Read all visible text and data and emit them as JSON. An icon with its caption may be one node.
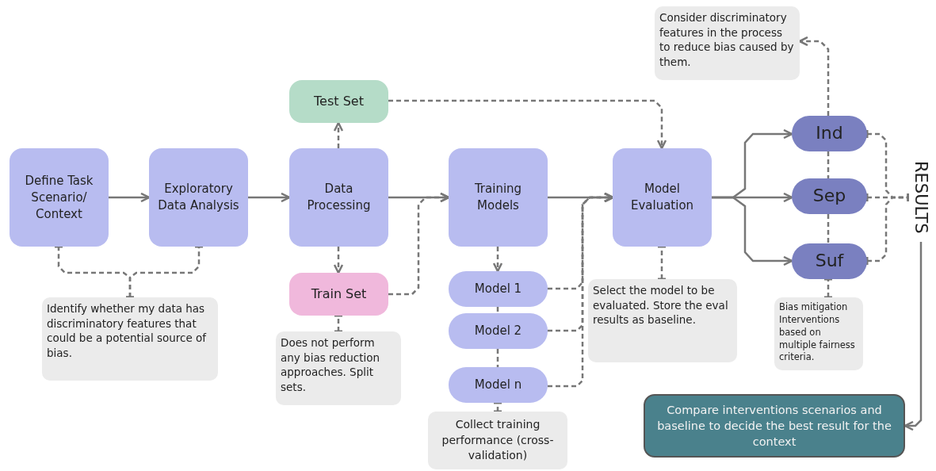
{
  "diagram": {
    "nodes": [
      {
        "text": [
          "Define Task Scenario/ Context"
        ]
      },
      {
        "text": [
          "Exploratory Data Analysis"
        ]
      },
      {
        "text": [
          "Data Processing"
        ]
      },
      {
        "text": [
          "Test Set"
        ]
      },
      {
        "text": [
          "Train Set"
        ]
      },
      {
        "text": [
          "Training Models"
        ]
      },
      {
        "text": [
          "Model Evaluation"
        ]
      },
      {
        "text": [
          "Model 1"
        ]
      },
      {
        "text": [
          "Model 2"
        ]
      },
      {
        "text": [
          "Model n"
        ]
      },
      {
        "text": [
          "Identify whether my data has discriminatory features that could be a potential source of bias."
        ]
      },
      {
        "text": [
          "Does not perform any bias reduction approaches. Split sets."
        ]
      },
      {
        "text": [
          "Collect training performance (cross-validation)"
        ]
      },
      {
        "text": [
          "Select the model to be evaluated. Store the eval results as baseline."
        ]
      },
      {
        "text": [
          "Ind"
        ]
      },
      {
        "text": [
          "Sep"
        ]
      },
      {
        "text": [
          "Suf"
        ]
      },
      {
        "text": [
          "Consider discriminatory features in the process to reduce bias caused by them."
        ]
      },
      {
        "text": [
          "Bias mitigation Interventions based on multiple fairness criteria."
        ]
      },
      {
        "text": [
          "RESULTS"
        ]
      },
      {
        "text": [
          "Compare interventions scenarios and baseline to decide the best result for the context"
        ]
      }
    ],
    "edges": [
      {
        "from": 0,
        "to": 1,
        "arrow": "to"
      },
      {
        "from": 1,
        "to": 2,
        "arrow": "to"
      },
      {
        "from": 2,
        "to": 5,
        "arrow": "to"
      },
      {
        "from": 5,
        "to": 6,
        "arrow": "to"
      },
      {
        "from": 6,
        "to": 14,
        "arrow": "to"
      },
      {
        "from": 6,
        "to": 15,
        "arrow": "to"
      },
      {
        "from": 6,
        "to": 16,
        "arrow": "to"
      },
      {
        "from": 2,
        "to": 3,
        "arrow": "to",
        "style": "dashed"
      },
      {
        "from": 2,
        "to": 4,
        "arrow": "to",
        "style": "dashed"
      },
      {
        "from": 3,
        "to": 6,
        "arrow": "to",
        "style": "dashed"
      },
      {
        "from": 4,
        "to": 5,
        "arrow": "to",
        "style": "dashed"
      },
      {
        "from": 5,
        "to": 7,
        "arrow": "to",
        "style": "dashed"
      },
      {
        "from": 7,
        "to": 8,
        "arrow": "none",
        "style": "dashed"
      },
      {
        "from": 8,
        "to": 9,
        "arrow": "none",
        "style": "dashed"
      },
      {
        "from": 7,
        "to": 6,
        "arrow": "to",
        "style": "dashed"
      },
      {
        "from": 8,
        "to": 6,
        "arrow": "to",
        "style": "dashed"
      },
      {
        "from": 9,
        "to": 6,
        "arrow": "to",
        "style": "dashed"
      },
      {
        "from": 10,
        "to": 0,
        "arrow": "other",
        "style": "dashed"
      },
      {
        "from": 10,
        "to": 1,
        "arrow": "other",
        "style": "dashed"
      },
      {
        "from": 11,
        "to": 4,
        "arrow": "other",
        "style": "dashed"
      },
      {
        "from": 12,
        "to": 9,
        "arrow": "other",
        "style": "dashed"
      },
      {
        "from": 13,
        "to": 6,
        "arrow": "other",
        "style": "dashed"
      },
      {
        "from": 18,
        "to": 16,
        "arrow": "other",
        "style": "dashed"
      },
      {
        "from": 14,
        "to": 17,
        "arrow": "to",
        "style": "dashed"
      },
      {
        "from": 14,
        "to": 15,
        "arrow": "none",
        "style": "dashed"
      },
      {
        "from": 15,
        "to": 16,
        "arrow": "none",
        "style": "dashed"
      },
      {
        "from": 14,
        "to": 19,
        "arrow": "other",
        "style": "dashed"
      },
      {
        "from": 15,
        "to": 19,
        "arrow": "other",
        "style": "dashed"
      },
      {
        "from": 16,
        "to": 19,
        "arrow": "other",
        "style": "dashed"
      },
      {
        "from": 19,
        "to": 20,
        "arrow": "to"
      }
    ]
  }
}
